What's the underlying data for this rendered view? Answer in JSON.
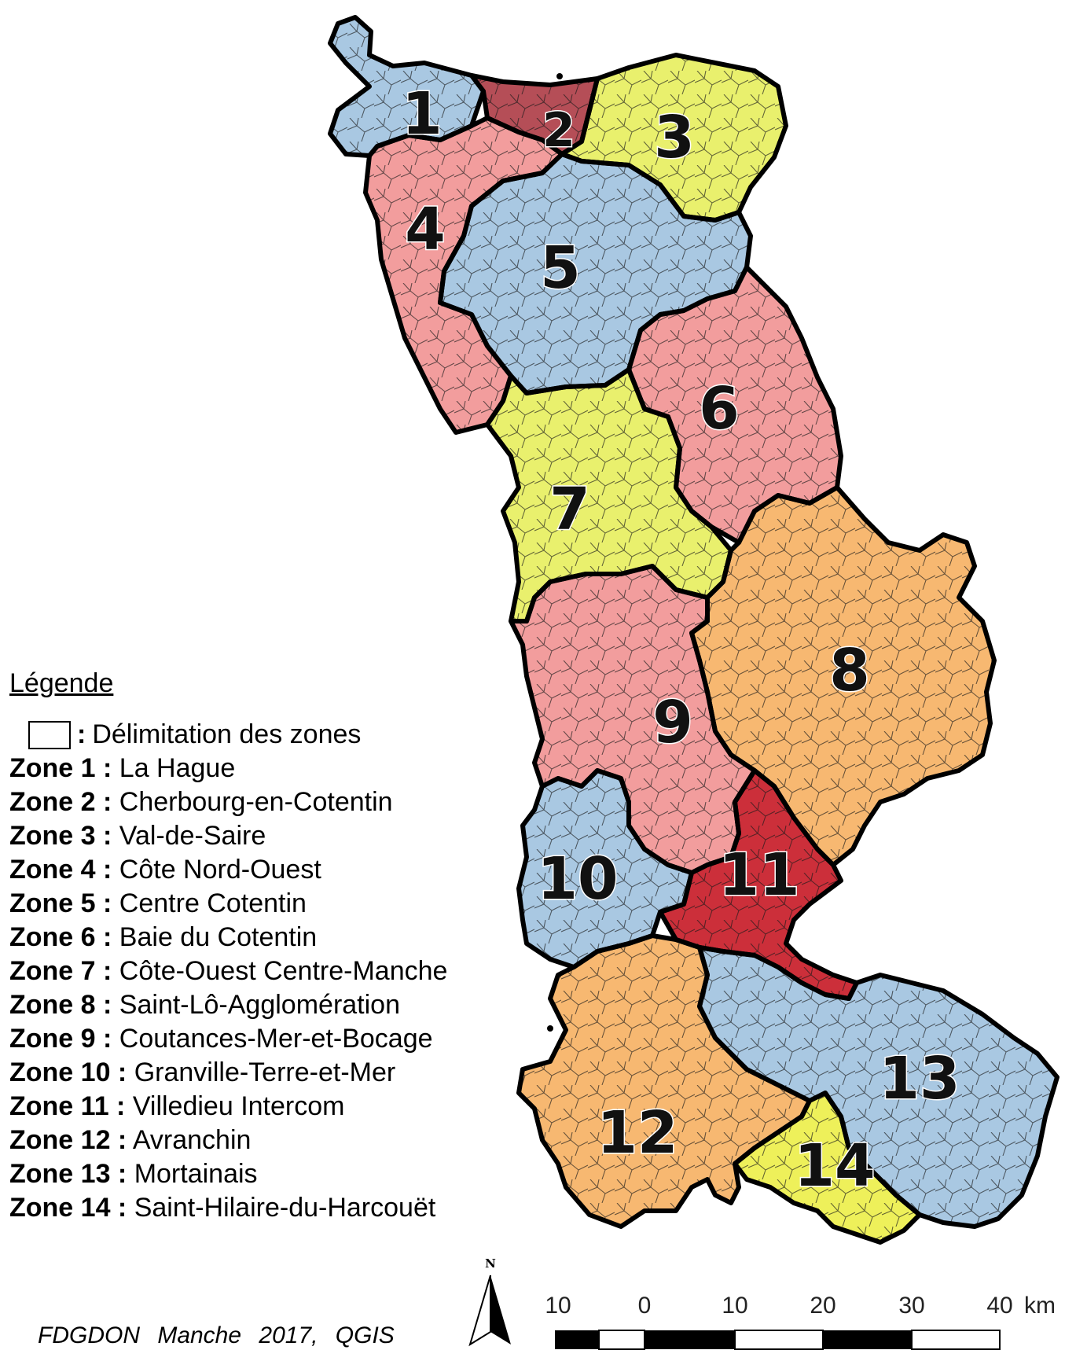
{
  "map": {
    "zones": [
      {
        "number": "1",
        "name": "La Hague",
        "color": "#a9c8e2"
      },
      {
        "number": "2",
        "name": "Cherbourg-en-Cotentin",
        "color": "#b54e57"
      },
      {
        "number": "3",
        "name": "Val-de-Saire",
        "color": "#e9f06d"
      },
      {
        "number": "4",
        "name": "Côte Nord-Ouest",
        "color": "#f29d9d"
      },
      {
        "number": "5",
        "name": "Centre Cotentin",
        "color": "#a9c8e2"
      },
      {
        "number": "6",
        "name": "Baie du Cotentin",
        "color": "#f29d9d"
      },
      {
        "number": "7",
        "name": "Côte-Ouest Centre-Manche",
        "color": "#e9f06d"
      },
      {
        "number": "8",
        "name": "Saint-Lô-Agglomération",
        "color": "#f7b871"
      },
      {
        "number": "9",
        "name": "Coutances-Mer-et-Bocage",
        "color": "#f29d9d"
      },
      {
        "number": "10",
        "name": "Granville-Terre-et-Mer",
        "color": "#a9c8e2"
      },
      {
        "number": "11",
        "name": "Villedieu Intercom",
        "color": "#cc2f3a"
      },
      {
        "number": "12",
        "name": "Avranchin",
        "color": "#f7b871"
      },
      {
        "number": "13",
        "name": "Mortainais",
        "color": "#a9c8e2"
      },
      {
        "number": "14",
        "name": "Saint-Hilaire-du-Harcouët",
        "color": "#eef05a"
      }
    ],
    "north_label": "N",
    "scale": {
      "ticks": [
        "10",
        "0",
        "10",
        "20",
        "30",
        "40"
      ],
      "unit": "km"
    }
  },
  "legend": {
    "title": "Légende",
    "boundary_separator": ":",
    "boundary_label": "Délimitation des zones",
    "rows": [
      {
        "label": "Zone 1 :",
        "value": "La Hague"
      },
      {
        "label": "Zone 2 :",
        "value": "Cherbourg-en-Cotentin"
      },
      {
        "label": "Zone 3 :",
        "value": "Val-de-Saire"
      },
      {
        "label": "Zone 4 :",
        "value": "Côte Nord-Ouest"
      },
      {
        "label": "Zone 5 :",
        "value": "Centre Cotentin"
      },
      {
        "label": "Zone 6 :",
        "value": "Baie du Cotentin"
      },
      {
        "label": "Zone 7 :",
        "value": "Côte-Ouest Centre-Manche"
      },
      {
        "label": "Zone 8 :",
        "value": "Saint-Lô-Agglomération"
      },
      {
        "label": "Zone 9 :",
        "value": "Coutances-Mer-et-Bocage"
      },
      {
        "label": "Zone 10 :",
        "value": "Granville-Terre-et-Mer"
      },
      {
        "label": "Zone 11 :",
        "value": "Villedieu Intercom"
      },
      {
        "label": "Zone 12 :",
        "value": "Avranchin"
      },
      {
        "label": "Zone 13 :",
        "value": "Mortainais"
      },
      {
        "label": "Zone 14 :",
        "value": "Saint-Hilaire-du-Harcouët"
      }
    ]
  },
  "credit": "FDGDON Manche 2017, QGIS"
}
